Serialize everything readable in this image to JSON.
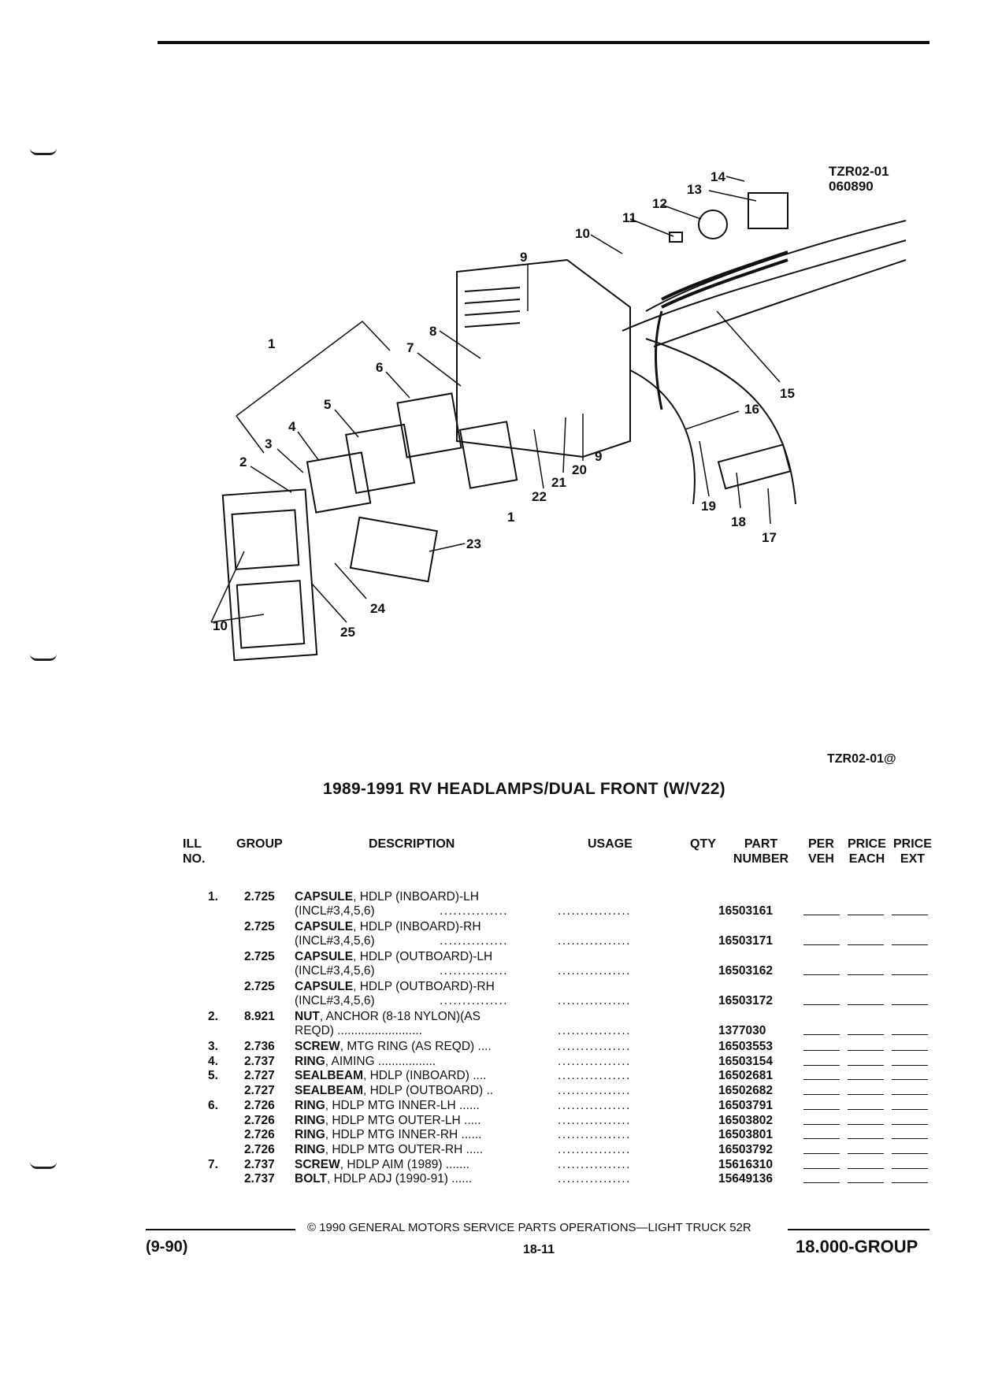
{
  "figure": {
    "id_line1": "TZR02-01",
    "id_line2": "060890",
    "reference": "TZR02-01@",
    "callouts": [
      "1",
      "2",
      "3",
      "4",
      "5",
      "6",
      "7",
      "8",
      "9",
      "10",
      "11",
      "12",
      "13",
      "14",
      "15",
      "16",
      "17",
      "18",
      "19",
      "20",
      "21",
      "22",
      "23",
      "24",
      "25"
    ]
  },
  "title": "1989-1991 RV HEADLAMPS/DUAL FRONT (W/V22)",
  "columns": {
    "ill_no_1": "ILL",
    "ill_no_2": "NO.",
    "group": "GROUP",
    "description": "DESCRIPTION",
    "usage": "USAGE",
    "qty": "QTY",
    "part_number_1": "PART",
    "part_number_2": "NUMBER",
    "per_veh_1": "PER",
    "per_veh_2": "VEH",
    "price_each_1": "PRICE",
    "price_each_2": "EACH",
    "price_ext_1": "PRICE",
    "price_ext_2": "EXT"
  },
  "parts": [
    {
      "ill": "1.",
      "group": "2.725",
      "name": "CAPSULE",
      "desc": ", HDLP (INBOARD)-LH",
      "desc2": "(INCL#3,4,5,6)",
      "dots": "...............",
      "usage": "................",
      "part": "16503161"
    },
    {
      "ill": "",
      "group": "2.725",
      "name": "CAPSULE",
      "desc": ", HDLP (INBOARD)-RH",
      "desc2": "(INCL#3,4,5,6)",
      "dots": "...............",
      "usage": "................",
      "part": "16503171"
    },
    {
      "ill": "",
      "group": "2.725",
      "name": "CAPSULE",
      "desc": ", HDLP (OUTBOARD)-LH",
      "desc2": "(INCL#3,4,5,6)",
      "dots": "...............",
      "usage": "................",
      "part": "16503162"
    },
    {
      "ill": "",
      "group": "2.725",
      "name": "CAPSULE",
      "desc": ", HDLP (OUTBOARD)-RH",
      "desc2": "(INCL#3,4,5,6)",
      "dots": "...............",
      "usage": "................",
      "part": "16503172"
    },
    {
      "ill": "2.",
      "group": "8.921",
      "name": "NUT",
      "desc": ", ANCHOR (8-18 NYLON)(AS",
      "desc2": "REQD) .........................",
      "dots": "",
      "usage": "................",
      "part": "1377030"
    },
    {
      "ill": "3.",
      "group": "2.736",
      "name": "SCREW",
      "desc": ", MTG RING (AS REQD) ....",
      "desc2": "",
      "dots": "",
      "usage": "................",
      "part": "16503553"
    },
    {
      "ill": "4.",
      "group": "2.737",
      "name": "RING",
      "desc": ", AIMING .................",
      "desc2": "",
      "dots": "",
      "usage": "................",
      "part": "16503154"
    },
    {
      "ill": "5.",
      "group": "2.727",
      "name": "SEALBEAM",
      "desc": ", HDLP (INBOARD) ....",
      "desc2": "",
      "dots": "",
      "usage": "................",
      "part": "16502681"
    },
    {
      "ill": "",
      "group": "2.727",
      "name": "SEALBEAM",
      "desc": ", HDLP (OUTBOARD) ..",
      "desc2": "",
      "dots": "",
      "usage": "................",
      "part": "16502682"
    },
    {
      "ill": "6.",
      "group": "2.726",
      "name": "RING",
      "desc": ", HDLP MTG INNER-LH ......",
      "desc2": "",
      "dots": "",
      "usage": "................",
      "part": "16503791"
    },
    {
      "ill": "",
      "group": "2.726",
      "name": "RING",
      "desc": ", HDLP MTG OUTER-LH .....",
      "desc2": "",
      "dots": "",
      "usage": "................",
      "part": "16503802"
    },
    {
      "ill": "",
      "group": "2.726",
      "name": "RING",
      "desc": ", HDLP MTG INNER-RH ......",
      "desc2": "",
      "dots": "",
      "usage": "................",
      "part": "16503801"
    },
    {
      "ill": "",
      "group": "2.726",
      "name": "RING",
      "desc": ", HDLP MTG OUTER-RH .....",
      "desc2": "",
      "dots": "",
      "usage": "................",
      "part": "16503792"
    },
    {
      "ill": "7.",
      "group": "2.737",
      "name": "SCREW",
      "desc": ", HDLP AIM (1989) .......",
      "desc2": "",
      "dots": "",
      "usage": "................",
      "part": "15616310"
    },
    {
      "ill": "",
      "group": "2.737",
      "name": "BOLT",
      "desc": ", HDLP ADJ (1990-91) ......",
      "desc2": "",
      "dots": "",
      "usage": "................",
      "part": "15649136"
    }
  ],
  "footer": {
    "copyright": "© 1990 GENERAL MOTORS SERVICE PARTS OPERATIONS—LIGHT TRUCK 52R",
    "date_code": "(9-90)",
    "page": "18-11",
    "group": "18.000-GROUP"
  }
}
